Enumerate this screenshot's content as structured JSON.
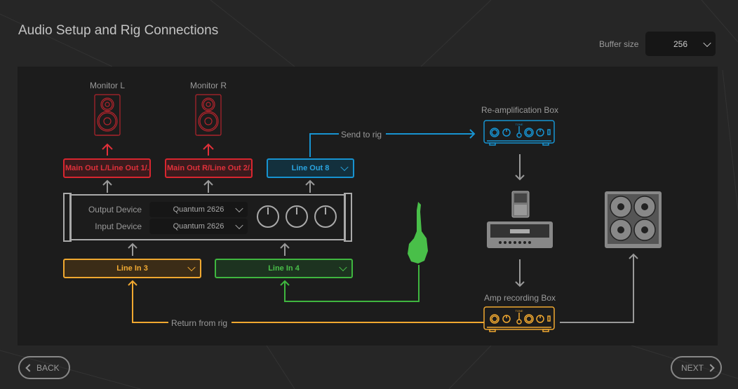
{
  "header": {
    "title": "Audio Setup and Rig Connections",
    "buffer_label": "Buffer size",
    "buffer_value": "256"
  },
  "monitors": [
    {
      "label": "Monitor L"
    },
    {
      "label": "Monitor R"
    }
  ],
  "outputs": [
    {
      "label": "Main Out L/Line Out 1/...",
      "color": "#d8262f"
    },
    {
      "label": "Main Out R/Line Out 2/...",
      "color": "#d8262f"
    },
    {
      "label": "Line Out 8",
      "color": "#1793d1"
    }
  ],
  "interface": {
    "output_label": "Output Device",
    "output_value": "Quantum 2626",
    "input_label": "Input Device",
    "input_value": "Quantum 2626"
  },
  "inputs": [
    {
      "label": "Line In 3",
      "color": "#f0a830"
    },
    {
      "label": "Line In 4",
      "color": "#3fb63f"
    }
  ],
  "rig": {
    "send_label": "Send to rig",
    "return_label": "Return from rig",
    "reamp_label": "Re-amplification Box",
    "amprec_label": "Amp recording Box",
    "box_brand": "TONE"
  },
  "nav": {
    "back": "BACK",
    "next": "NEXT"
  }
}
